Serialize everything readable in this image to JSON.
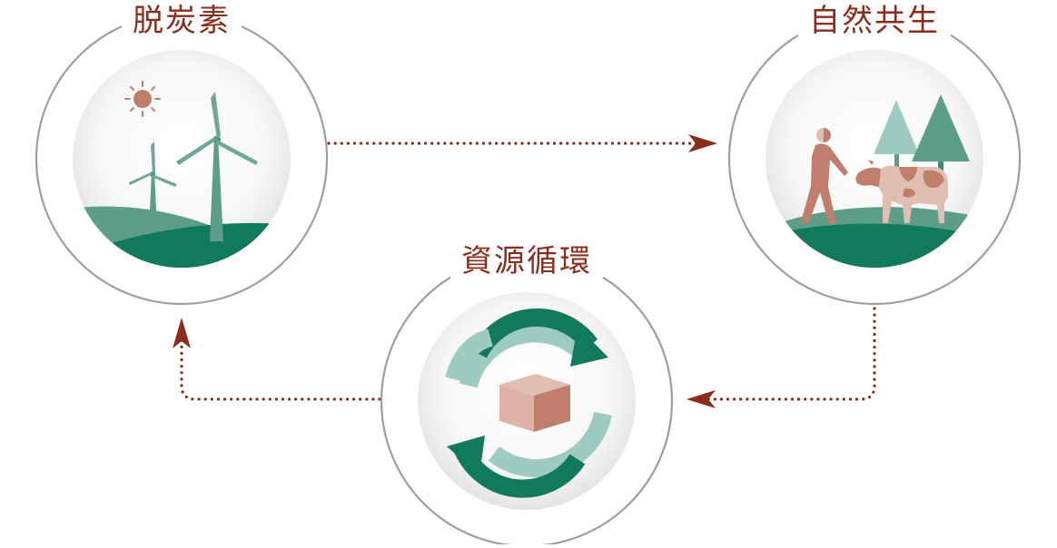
{
  "nodes": {
    "decarbonization": {
      "label": "脱炭素"
    },
    "nature": {
      "label": "自然共生"
    },
    "circulation": {
      "label": "資源循環"
    }
  },
  "colors": {
    "label_text": "#8a2d1a",
    "arrow": "#8a2d1a",
    "ring": "#9e9e9e",
    "green_dark": "#117a5c",
    "green_mid": "#5c9e88",
    "green_light": "#9ecbbf",
    "terracotta": "#c07f6d",
    "terracotta_light": "#e0beb2"
  },
  "icons": {
    "decarbonization": [
      "sun-icon",
      "wind-turbine-icon",
      "hill-icon"
    ],
    "nature": [
      "tree-icon",
      "person-icon",
      "cow-icon",
      "hill-icon"
    ],
    "circulation": [
      "recycle-arrows-icon",
      "box-icon"
    ]
  }
}
